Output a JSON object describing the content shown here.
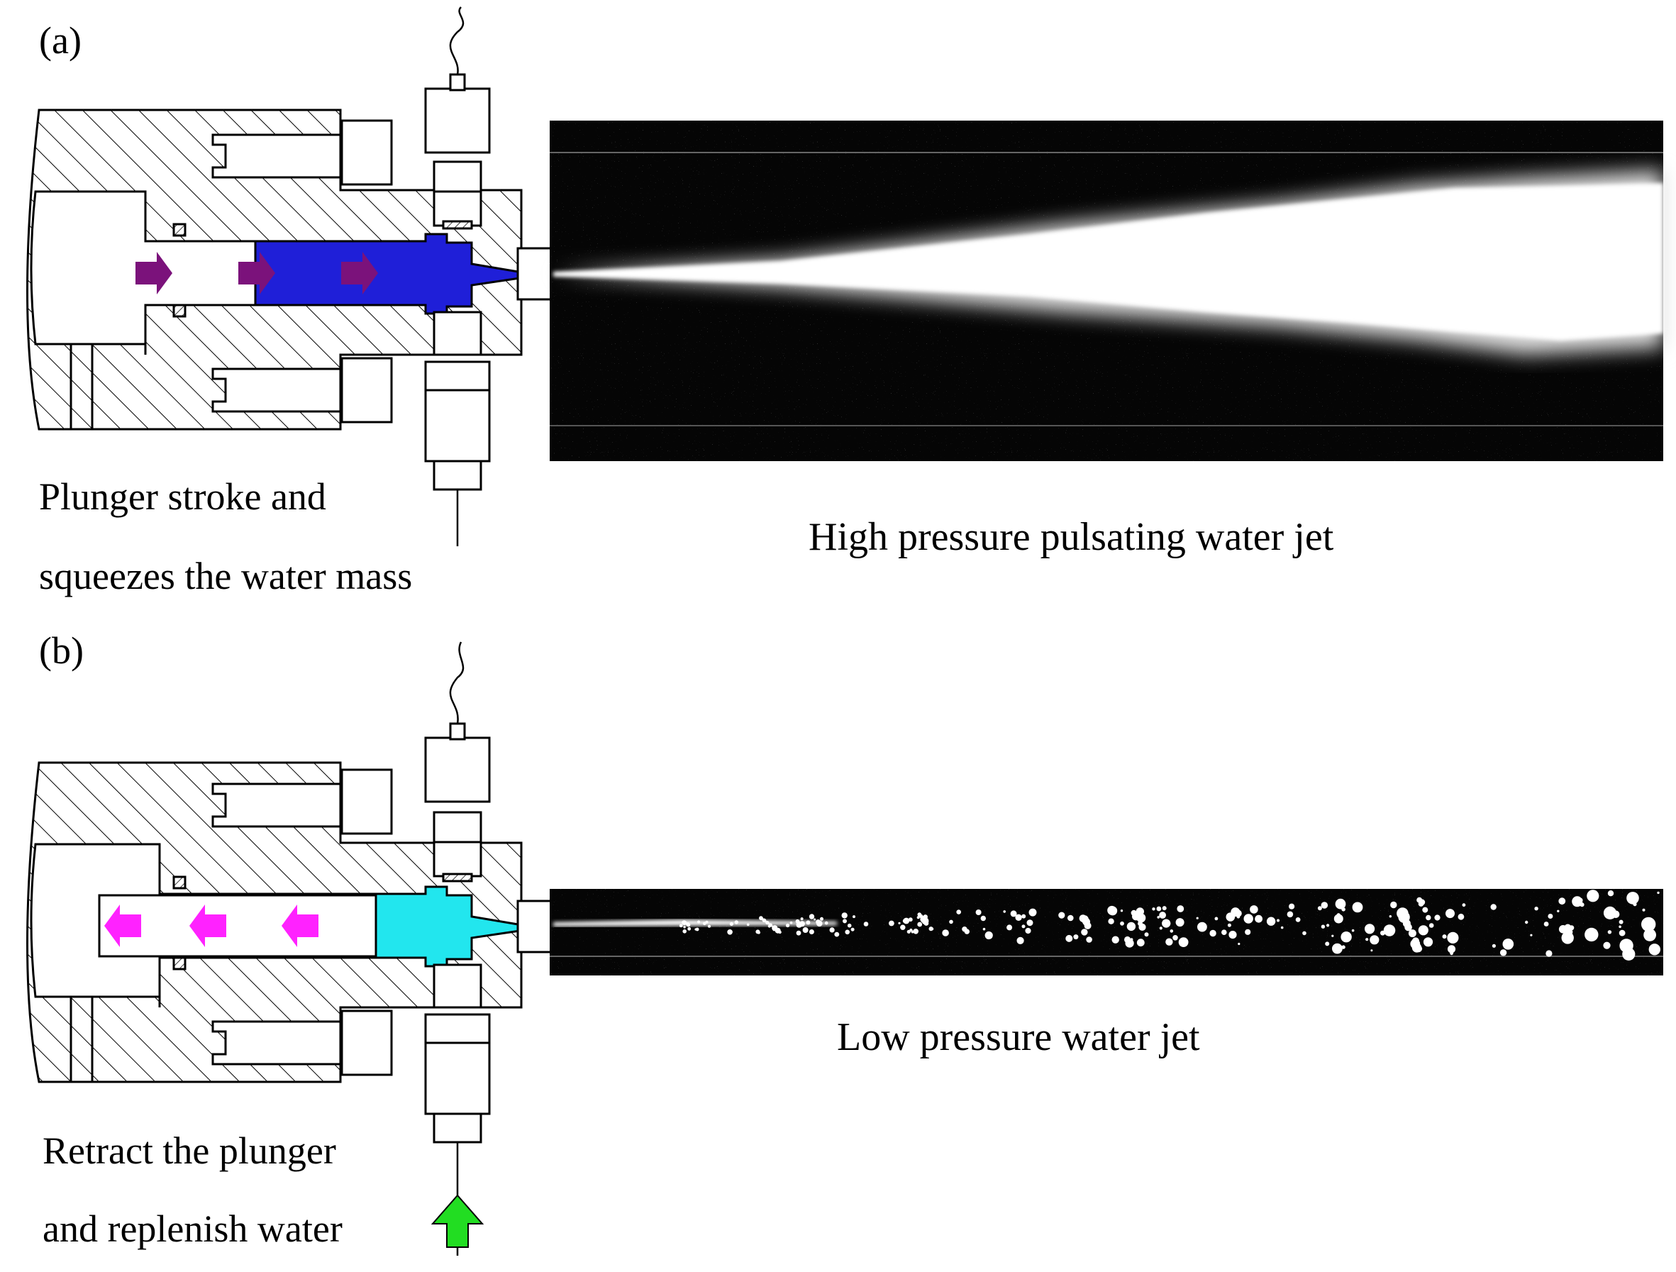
{
  "panel_a": {
    "label": "(a)",
    "caption_line1": "Plunger stroke and",
    "caption_line2": "squeezes the water mass",
    "jet_caption": "High pressure pulsating water jet",
    "water_color": "#1f1fd8",
    "arrow_color": "#7b127b",
    "arrow_direction": "right"
  },
  "panel_b": {
    "label": "(b)",
    "caption_line1": "Retract the plunger",
    "caption_line2": "and replenish water",
    "jet_caption": "Low pressure water jet",
    "water_color": "#22e6ee",
    "arrow_color": "#ff22ff",
    "arrow_direction": "left",
    "inlet_arrow_color": "#22dd22"
  }
}
